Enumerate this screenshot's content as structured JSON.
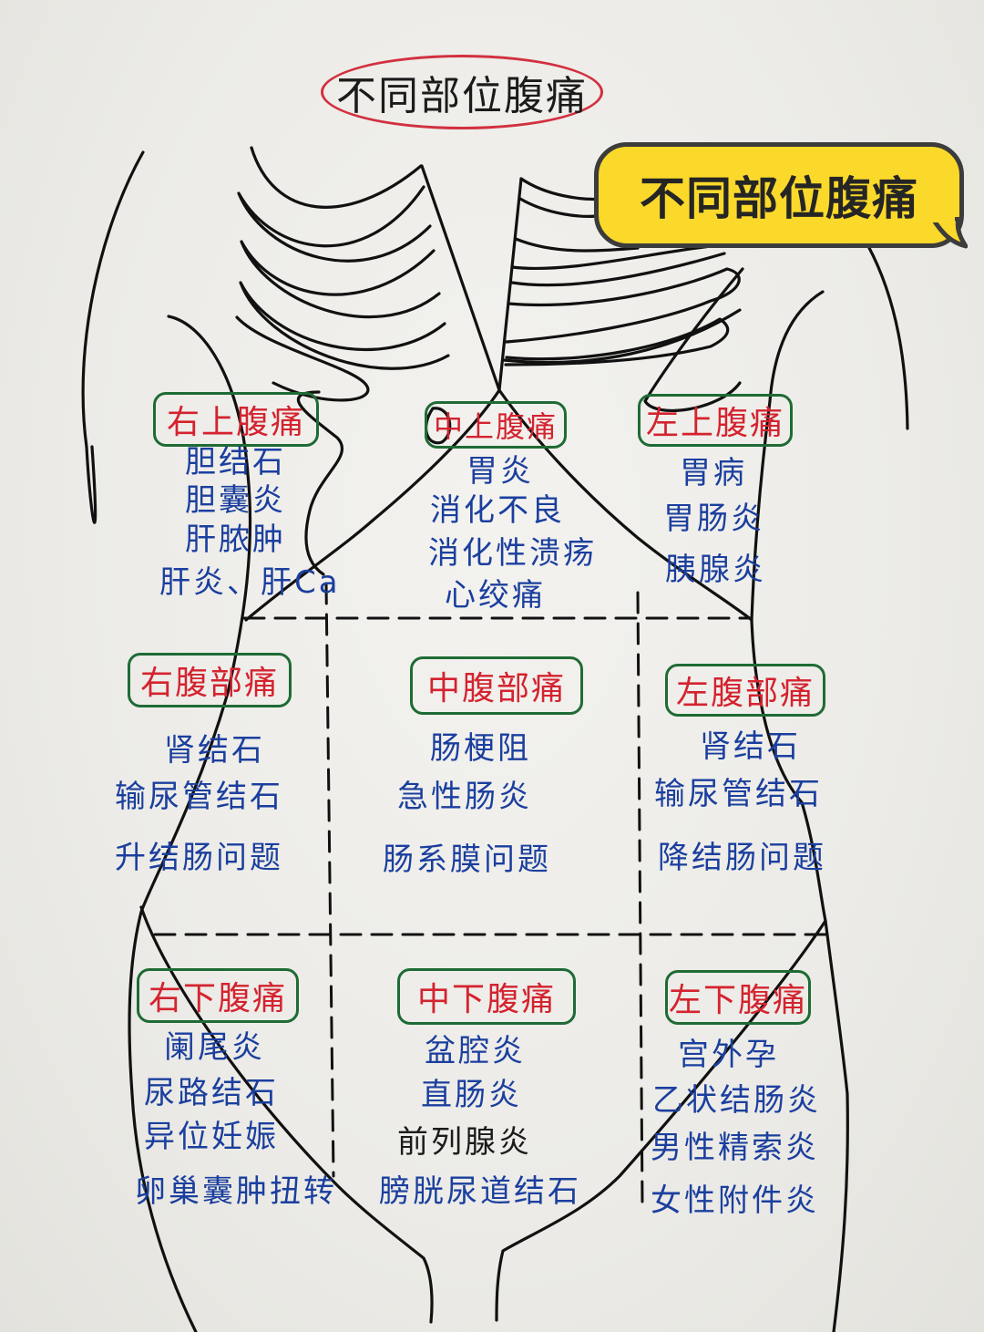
{
  "title": "不同部位腹痛",
  "banner": {
    "text": "不同部位腹痛",
    "background": "#fbd92b",
    "border": "#3c3c3c"
  },
  "colors": {
    "region_label_text": "#d4232f",
    "region_label_border": "#1f6b35",
    "condition_text": "#1b3f9e",
    "outline": "#111111",
    "title_oval": "#d2303f"
  },
  "regions": {
    "right_upper": {
      "label": "右上腹痛",
      "conditions": [
        "胆结石",
        "胆囊炎",
        "肝脓肿",
        "肝炎、肝Ca"
      ]
    },
    "middle_upper": {
      "label": "中上腹痛",
      "conditions": [
        "胃炎",
        "消化不良",
        "消化性溃疡",
        "心绞痛"
      ]
    },
    "left_upper": {
      "label": "左上腹痛",
      "conditions": [
        "胃病",
        "胃肠炎",
        "胰腺炎"
      ]
    },
    "right_middle": {
      "label": "右腹部痛",
      "conditions": [
        "肾结石",
        "输尿管结石",
        "升结肠问题"
      ]
    },
    "middle_middle": {
      "label": "中腹部痛",
      "conditions": [
        "肠梗阻",
        "急性肠炎",
        "肠系膜问题"
      ]
    },
    "left_middle": {
      "label": "左腹部痛",
      "conditions": [
        "肾结石",
        "输尿管结石",
        "降结肠问题"
      ]
    },
    "right_lower": {
      "label": "右下腹痛",
      "conditions": [
        "阑尾炎",
        "尿路结石",
        "异位妊娠",
        "卵巢囊肿扭转"
      ]
    },
    "middle_lower": {
      "label": "中下腹痛",
      "conditions": [
        "盆腔炎",
        "直肠炎",
        "前列腺炎",
        "膀胱尿道结石"
      ]
    },
    "left_lower": {
      "label": "左下腹痛",
      "conditions": [
        "宫外孕",
        "乙状结肠炎",
        "男性精索炎",
        "女性附件炎"
      ]
    }
  }
}
